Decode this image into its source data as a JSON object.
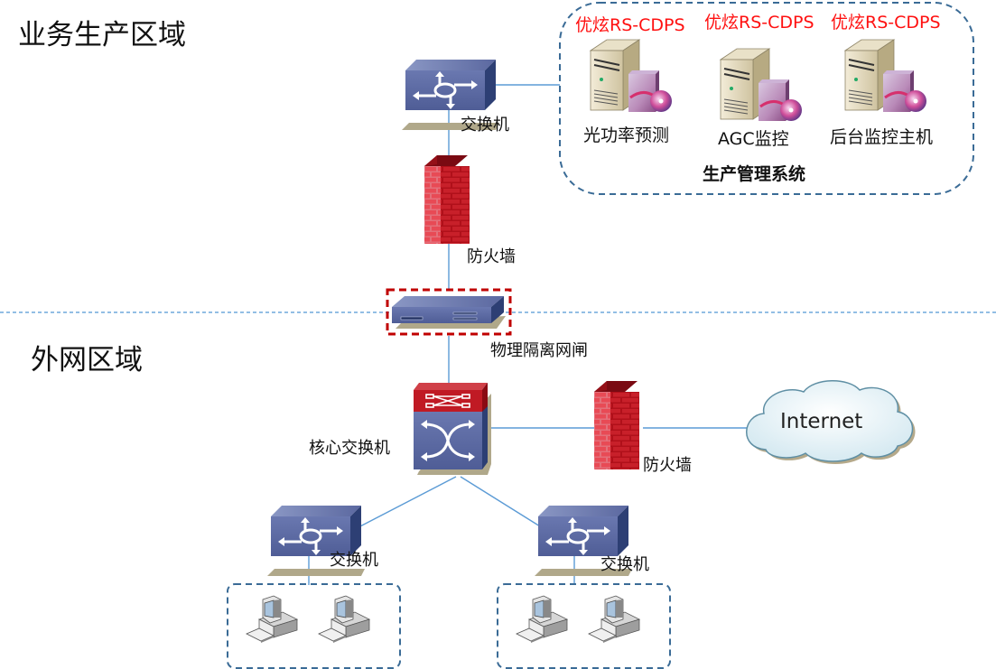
{
  "zones": {
    "production": "业务生产区域",
    "external": "外网区域"
  },
  "production_system": {
    "title": "生产管理系统",
    "servers": [
      {
        "badge": "优炫RS-CDPS",
        "label": "光功率预测",
        "icon": "server-with-software-icon"
      },
      {
        "badge": "优炫RS-CDPS",
        "label": "AGC监控",
        "icon": "server-with-software-icon"
      },
      {
        "badge": "优炫RS-CDPS",
        "label": "后台监控主机",
        "icon": "server-with-software-icon"
      }
    ]
  },
  "devices": {
    "top_switch": "交换机",
    "top_firewall": "防火墙",
    "gateway": "物理隔离网闸",
    "core_switch": "核心交换机",
    "outer_firewall": "防火墙",
    "internet": "Internet",
    "left_switch": "交换机",
    "right_switch": "交换机"
  },
  "colors": {
    "badge_red": "#ff1010",
    "link_blue": "#5b9bd5",
    "group_border": "#3a6b96",
    "gateway_highlight": "#c00000",
    "switch_blue": "#5a6aa0",
    "firewall_red": "#c8202a"
  }
}
